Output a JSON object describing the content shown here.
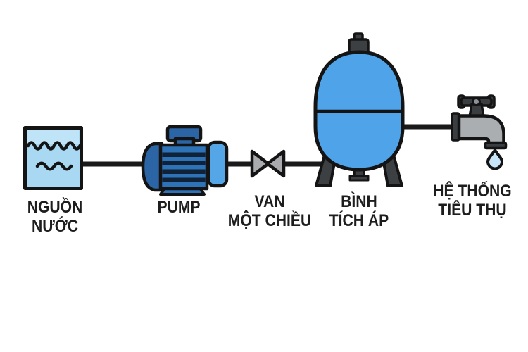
{
  "colors": {
    "background": "#ffffff",
    "outline": "#141414",
    "pipe": "#1a1a1a",
    "water-fill": "#a9d8f2",
    "water-fill-light": "#bfe3f7",
    "vessel-blue": "#4fa3e8",
    "pump-body": "#2e72b8",
    "pump-dark": "#2b65a5",
    "pump-rib": "#0f2238",
    "pump-cap-light": "#55a6e6",
    "valve-gray": "#a9abae",
    "faucet-gray": "#abaeb1",
    "faucet-dark": "#3a3e41",
    "handle-hub": "#8e9296",
    "metal-leg": "#3c4043",
    "drop-fill": "#c7e5f8",
    "label-text": "#1d1d1d"
  },
  "icons": {
    "water_source": "water-tank-icon",
    "pump": "pump-icon",
    "check_valve": "check-valve-icon",
    "pressure_tank": "pressure-tank-icon",
    "consumption": "faucet-icon",
    "drop": "water-drop-icon"
  },
  "components": {
    "water_source": {
      "label_line1": "NGUỒN",
      "label_line2": "NƯỚC"
    },
    "pump": {
      "label_line1": "PUMP"
    },
    "check_valve": {
      "label_line1": "VAN",
      "label_line2": "MỘT CHIỀU"
    },
    "pressure_tank": {
      "label_line1": "BÌNH",
      "label_line2": "TÍCH ÁP"
    },
    "consumption_system": {
      "label_line1": "HỆ THỐNG",
      "label_line2": "TIÊU THỤ"
    }
  }
}
